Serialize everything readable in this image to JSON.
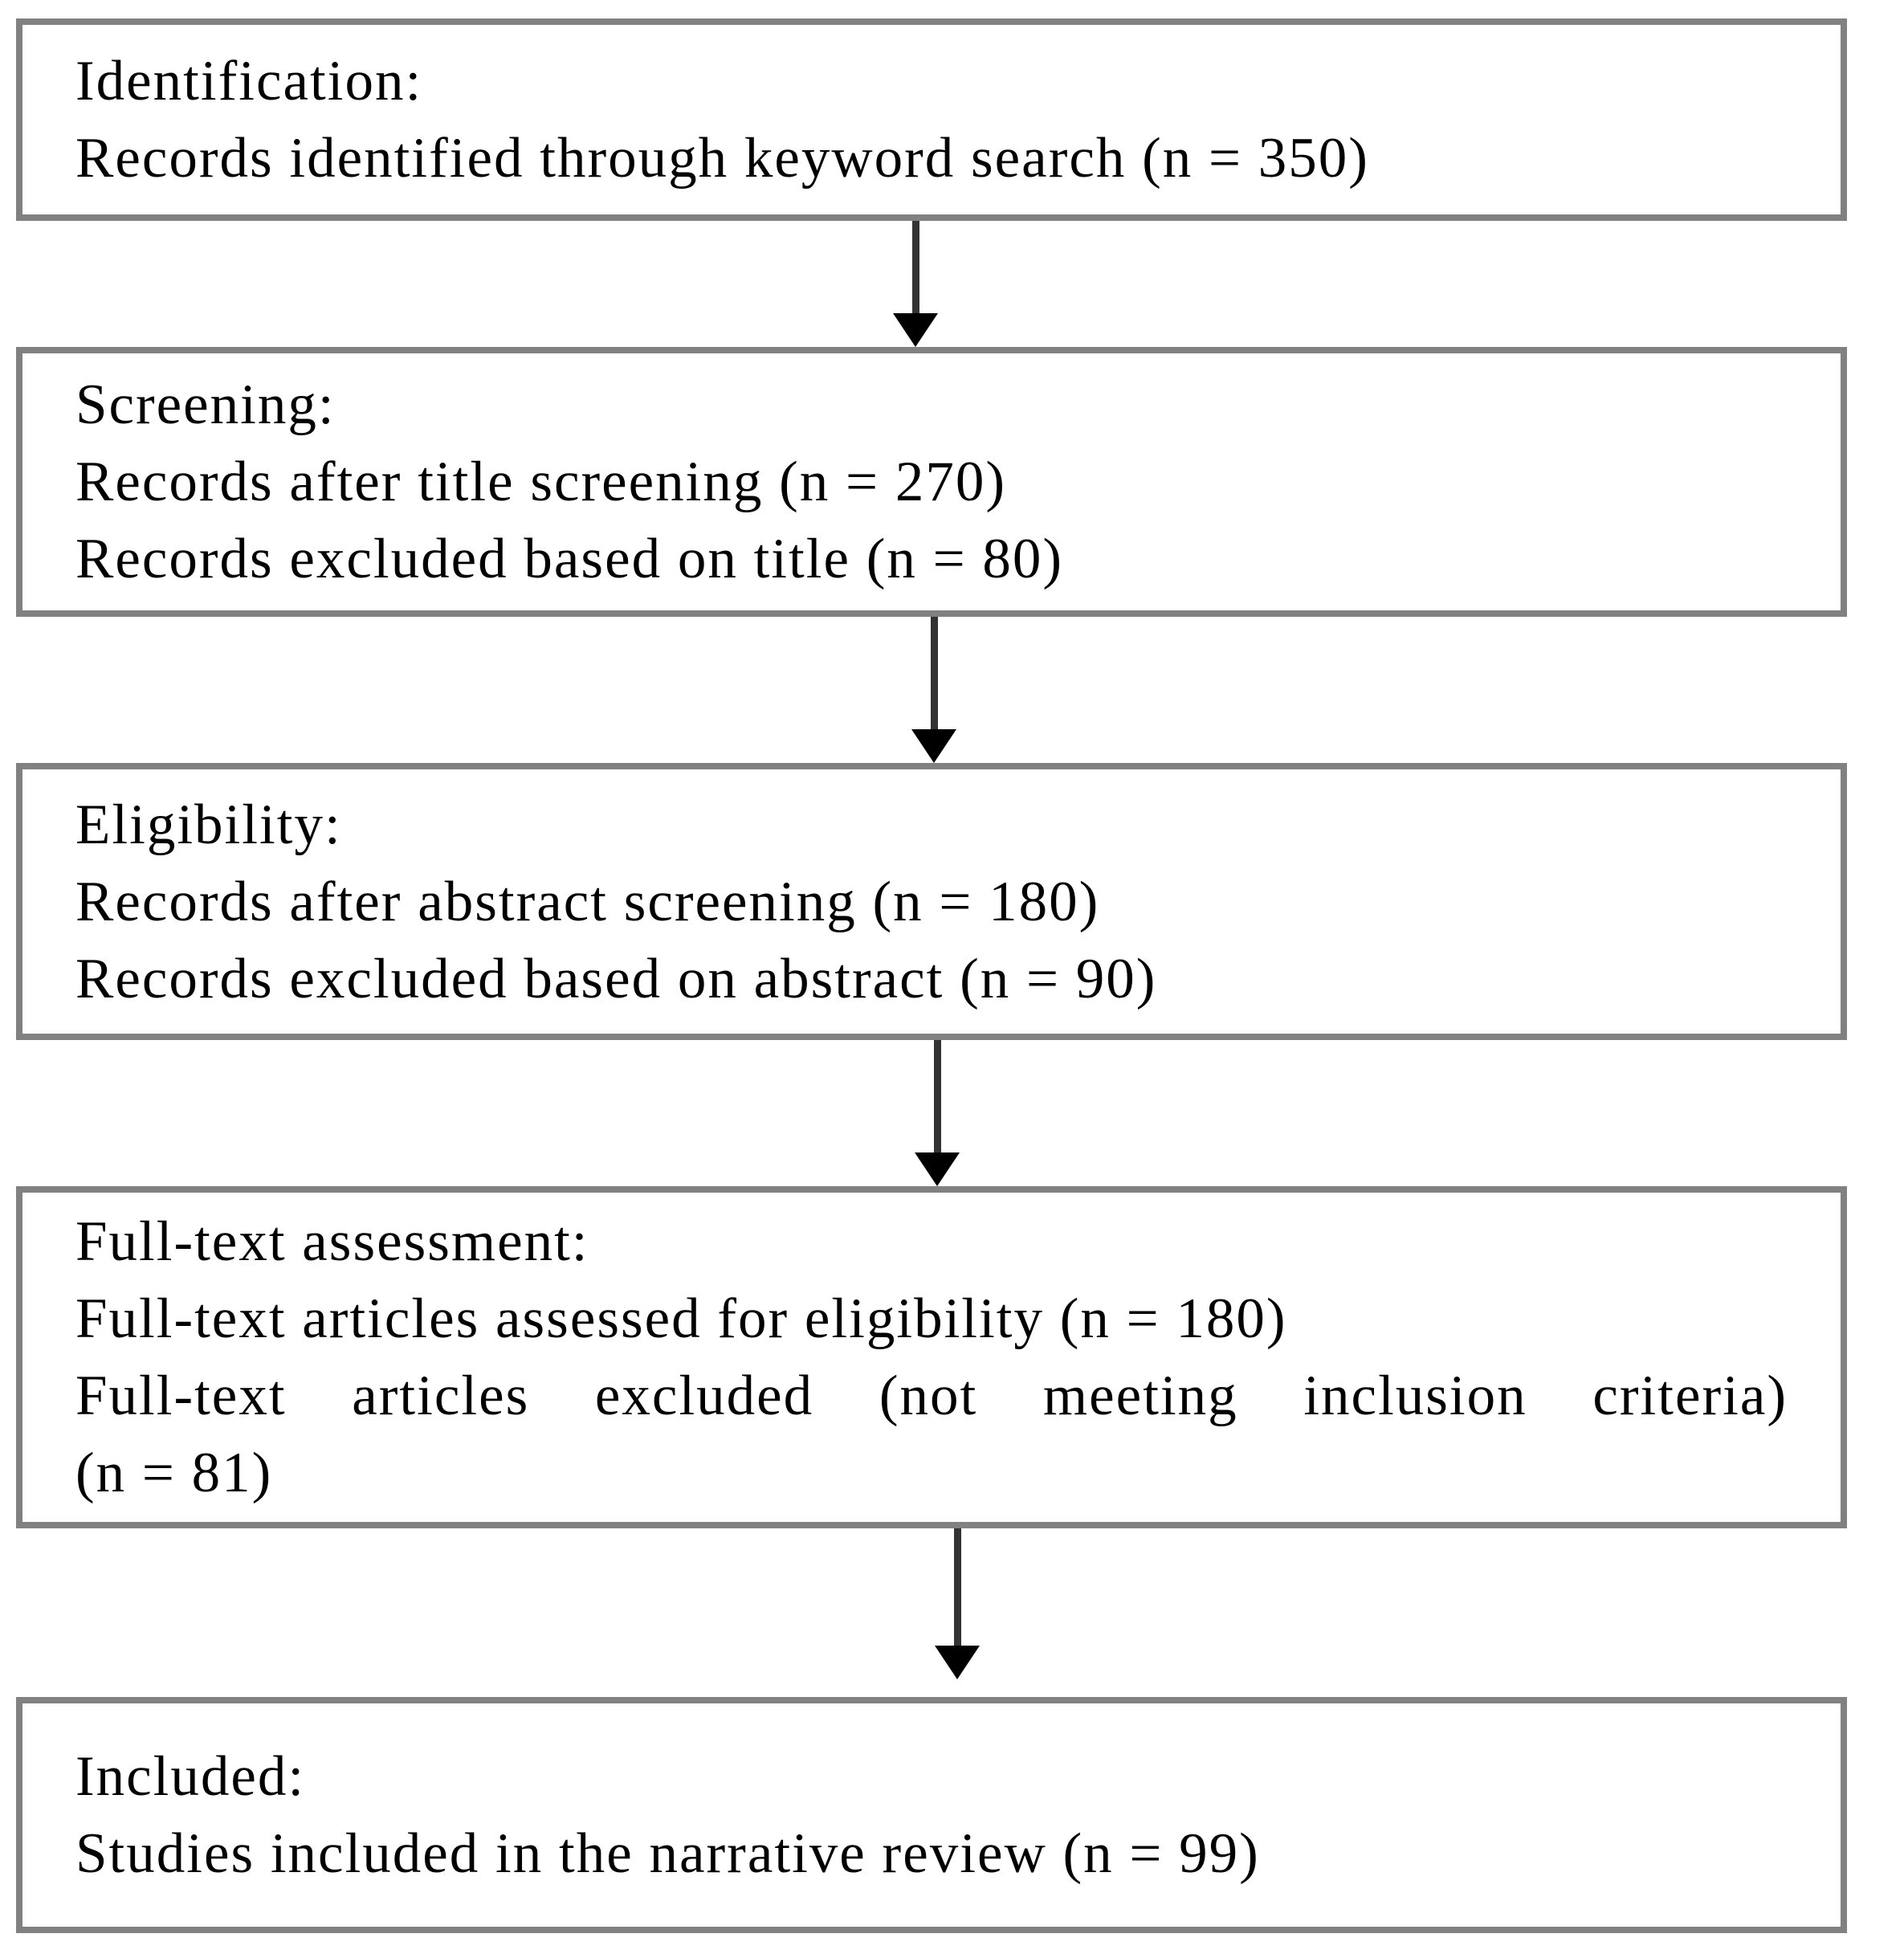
{
  "diagram": {
    "type": "flowchart",
    "description": "Literature selection flow diagram (PRISMA-style narrative review)",
    "boxes": [
      {
        "stage": "identification",
        "heading": "Identification:",
        "lines": [
          "Records identified through keyword search (n = 350)"
        ]
      },
      {
        "stage": "screening",
        "heading": "Screening:",
        "lines": [
          "Records after title screening (n = 270)",
          "Records excluded based on title (n = 80)"
        ]
      },
      {
        "stage": "eligibility",
        "heading": "Eligibility:",
        "lines": [
          "Records after abstract screening (n = 180)",
          "Records excluded based on abstract (n = 90)"
        ]
      },
      {
        "stage": "full-text-assessment",
        "heading": "Full-text assessment:",
        "lines": [
          "Full-text articles assessed for eligibility (n = 180)",
          "Full-text articles excluded (not meeting inclusion criteria)",
          "(n = 81)"
        ]
      },
      {
        "stage": "included",
        "heading": "Included:",
        "lines": [
          "Studies included in the narrative review (n = 99)"
        ]
      }
    ],
    "counts": {
      "records_identified": 350,
      "records_after_title_screening": 270,
      "records_excluded_on_title": 80,
      "records_after_abstract_screening": 180,
      "records_excluded_on_abstract": 90,
      "full_text_assessed": 180,
      "full_text_excluded": 81,
      "studies_included": 99
    },
    "colors": {
      "box_border": "#818181",
      "arrow_shaft": "#333333",
      "arrow_head": "#000000",
      "text": "#000000",
      "background": "#ffffff"
    }
  }
}
